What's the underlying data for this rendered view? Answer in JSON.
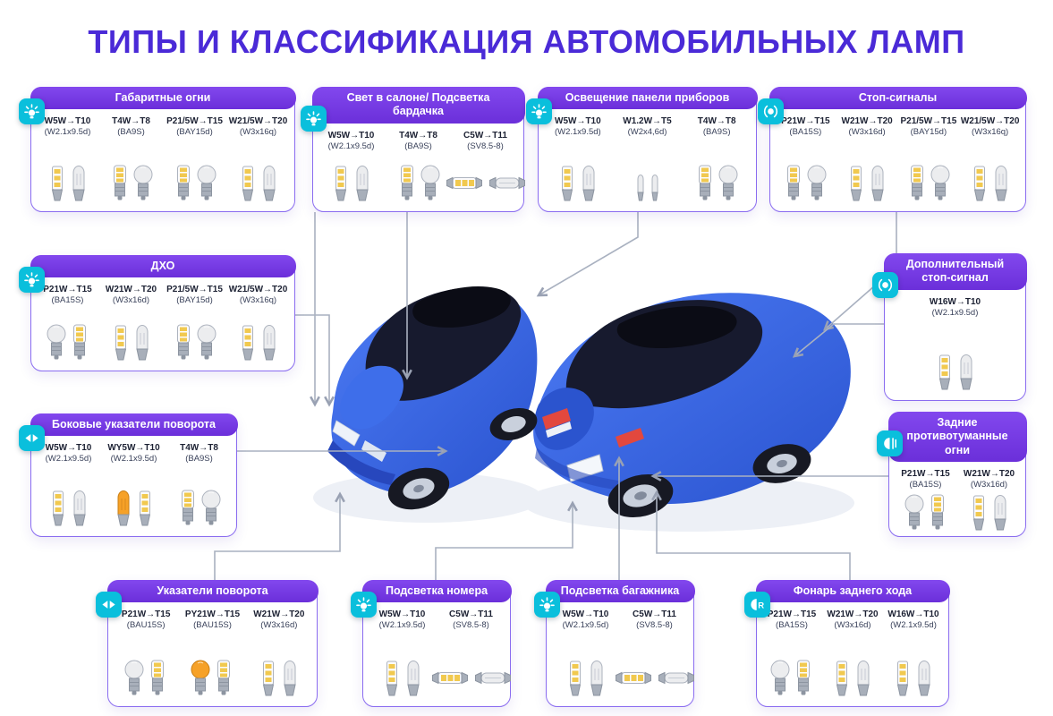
{
  "title": "ТИПЫ И КЛАССИФИКАЦИЯ АВТОМОБИЛЬНЫХ ЛАМП",
  "colors": {
    "title": "#4A2AD7",
    "header": "#7433EC",
    "icon_bg": "#0ABFDC",
    "card_border": "#8A6CF0",
    "connector": "#A9B1C0",
    "car_body": "#3A67E6",
    "amber": "#F6A127"
  },
  "cards": [
    {
      "id": "marker-lights",
      "title": "Габаритные огни",
      "icon": {
        "name": "marker-lights-icon",
        "kind": "lamp-rays"
      },
      "items": [
        {
          "label": "W5W→T10",
          "socket": "(W2.1x9.5d)",
          "bulbs": [
            "led-wedge",
            "wedge"
          ]
        },
        {
          "label": "T4W→T8",
          "socket": "(BA9S)",
          "bulbs": [
            "led-bayonet",
            "bayonet"
          ]
        },
        {
          "label": "P21/5W→T15",
          "socket": "(BAY15d)",
          "bulbs": [
            "led-bayonet",
            "bayonet"
          ]
        },
        {
          "label": "W21/5W→T20",
          "socket": "(W3x16q)",
          "bulbs": [
            "led-wedge",
            "wedge"
          ]
        }
      ]
    },
    {
      "id": "interior-light",
      "title": "Свет в салоне/ Подсветка бардачка",
      "icon": {
        "name": "interior-light-icon",
        "kind": "lamp-rays"
      },
      "items": [
        {
          "label": "W5W→T10",
          "socket": "(W2.1x9.5d)",
          "bulbs": [
            "led-wedge",
            "wedge"
          ]
        },
        {
          "label": "T4W→T8",
          "socket": "(BA9S)",
          "bulbs": [
            "led-bayonet",
            "bayonet"
          ]
        },
        {
          "label": "C5W→T11",
          "socket": "(SV8.5-8)",
          "bulbs": [
            "led-festoon",
            "festoon"
          ]
        }
      ]
    },
    {
      "id": "dashboard-light",
      "title": "Освещение панели приборов",
      "icon": {
        "name": "dashboard-light-icon",
        "kind": "lamp-rays"
      },
      "items": [
        {
          "label": "W5W→T10",
          "socket": "(W2.1x9.5d)",
          "bulbs": [
            "led-wedge",
            "wedge"
          ]
        },
        {
          "label": "W1.2W→T5",
          "socket": "(W2x4,6d)",
          "bulbs": [
            "wedge-small",
            "wedge-small"
          ]
        },
        {
          "label": "T4W→T8",
          "socket": "(BA9S)",
          "bulbs": [
            "led-bayonet",
            "bayonet"
          ]
        }
      ]
    },
    {
      "id": "stop-signals",
      "title": "Стоп-сигналы",
      "icon": {
        "name": "stop-signals-icon",
        "kind": "stop-lamp"
      },
      "items": [
        {
          "label": "P21W→T15",
          "socket": "(BA15S)",
          "bulbs": [
            "led-bayonet",
            "bayonet"
          ]
        },
        {
          "label": "W21W→T20",
          "socket": "(W3x16d)",
          "bulbs": [
            "led-wedge",
            "wedge"
          ]
        },
        {
          "label": "P21/5W→T15",
          "socket": "(BAY15d)",
          "bulbs": [
            "led-bayonet",
            "bayonet"
          ]
        },
        {
          "label": "W21/5W→T20",
          "socket": "(W3x16q)",
          "bulbs": [
            "led-wedge",
            "wedge"
          ]
        }
      ]
    },
    {
      "id": "drl",
      "title": "ДХО",
      "icon": {
        "name": "drl-icon",
        "kind": "lamp-rays"
      },
      "items": [
        {
          "label": "P21W→T15",
          "socket": "(BA15S)",
          "bulbs": [
            "bayonet",
            "led-bayonet"
          ]
        },
        {
          "label": "W21W→T20",
          "socket": "(W3x16d)",
          "bulbs": [
            "led-wedge",
            "wedge"
          ]
        },
        {
          "label": "P21/5W→T15",
          "socket": "(BAY15d)",
          "bulbs": [
            "led-bayonet",
            "bayonet"
          ]
        },
        {
          "label": "W21/5W→T20",
          "socket": "(W3x16q)",
          "bulbs": [
            "led-wedge",
            "wedge"
          ]
        }
      ]
    },
    {
      "id": "additional-stop",
      "title": "Дополнительный стоп-сигнал",
      "icon": {
        "name": "additional-stop-signal-icon",
        "kind": "stop-lamp"
      },
      "items": [
        {
          "label": "W16W→T10",
          "socket": "(W2.1x9.5d)",
          "bulbs": [
            "led-wedge",
            "wedge"
          ]
        }
      ]
    },
    {
      "id": "side-turn",
      "title": "Боковые указатели поворота",
      "icon": {
        "name": "side-turn-signals-icon",
        "kind": "turn-arrows"
      },
      "items": [
        {
          "label": "W5W→T10",
          "socket": "(W2.1x9.5d)",
          "bulbs": [
            "led-wedge",
            "wedge"
          ]
        },
        {
          "label": "WY5W→T10",
          "socket": "(W2.1x9.5d)",
          "bulbs": [
            "wedge-amber",
            "led-wedge"
          ]
        },
        {
          "label": "T4W→T8",
          "socket": "(BA9S)",
          "bulbs": [
            "led-bayonet",
            "bayonet"
          ]
        }
      ]
    },
    {
      "id": "rear-fog",
      "title": "Задние противотуманные огни",
      "icon": {
        "name": "rear-fog-lights-icon",
        "kind": "fog-lamp"
      },
      "items": [
        {
          "label": "P21W→T15",
          "socket": "(BA15S)",
          "bulbs": [
            "bayonet",
            "led-bayonet"
          ]
        },
        {
          "label": "W21W→T20",
          "socket": "(W3x16d)",
          "bulbs": [
            "led-wedge",
            "wedge"
          ]
        }
      ]
    },
    {
      "id": "turn-signals",
      "title": "Указатели поворота",
      "icon": {
        "name": "turn-signals-icon",
        "kind": "turn-arrows"
      },
      "items": [
        {
          "label": "P21W→T15",
          "socket": "(BAU15S)",
          "bulbs": [
            "bayonet",
            "led-bayonet"
          ]
        },
        {
          "label": "PY21W→T15",
          "socket": "(BAU15S)",
          "bulbs": [
            "bayonet-amber",
            "led-bayonet"
          ]
        },
        {
          "label": "W21W→T20",
          "socket": "(W3x16d)",
          "bulbs": [
            "led-wedge",
            "wedge"
          ]
        }
      ]
    },
    {
      "id": "plate-light",
      "title": "Подсветка номера",
      "icon": {
        "name": "license-plate-light-icon",
        "kind": "lamp-rays"
      },
      "items": [
        {
          "label": "W5W→T10",
          "socket": "(W2.1x9.5d)",
          "bulbs": [
            "led-wedge",
            "wedge"
          ]
        },
        {
          "label": "C5W→T11",
          "socket": "(SV8.5-8)",
          "bulbs": [
            "led-festoon",
            "festoon"
          ]
        }
      ]
    },
    {
      "id": "trunk-light",
      "title": "Подсветка багажника",
      "icon": {
        "name": "trunk-light-icon",
        "kind": "lamp-rays"
      },
      "items": [
        {
          "label": "W5W→T10",
          "socket": "(W2.1x9.5d)",
          "bulbs": [
            "led-wedge",
            "wedge"
          ]
        },
        {
          "label": "C5W→T11",
          "socket": "(SV8.5-8)",
          "bulbs": [
            "led-festoon",
            "festoon"
          ]
        }
      ]
    },
    {
      "id": "reverse-light",
      "title": "Фонарь заднего хода",
      "icon": {
        "name": "reverse-light-icon",
        "kind": "reverse-lamp"
      },
      "items": [
        {
          "label": "P21W→T15",
          "socket": "(BA15S)",
          "bulbs": [
            "bayonet",
            "led-bayonet"
          ]
        },
        {
          "label": "W21W→T20",
          "socket": "(W3x16d)",
          "bulbs": [
            "led-wedge",
            "wedge"
          ]
        },
        {
          "label": "W16W→T10",
          "socket": "(W2.1x9.5d)",
          "bulbs": [
            "led-wedge",
            "wedge"
          ]
        }
      ]
    }
  ]
}
